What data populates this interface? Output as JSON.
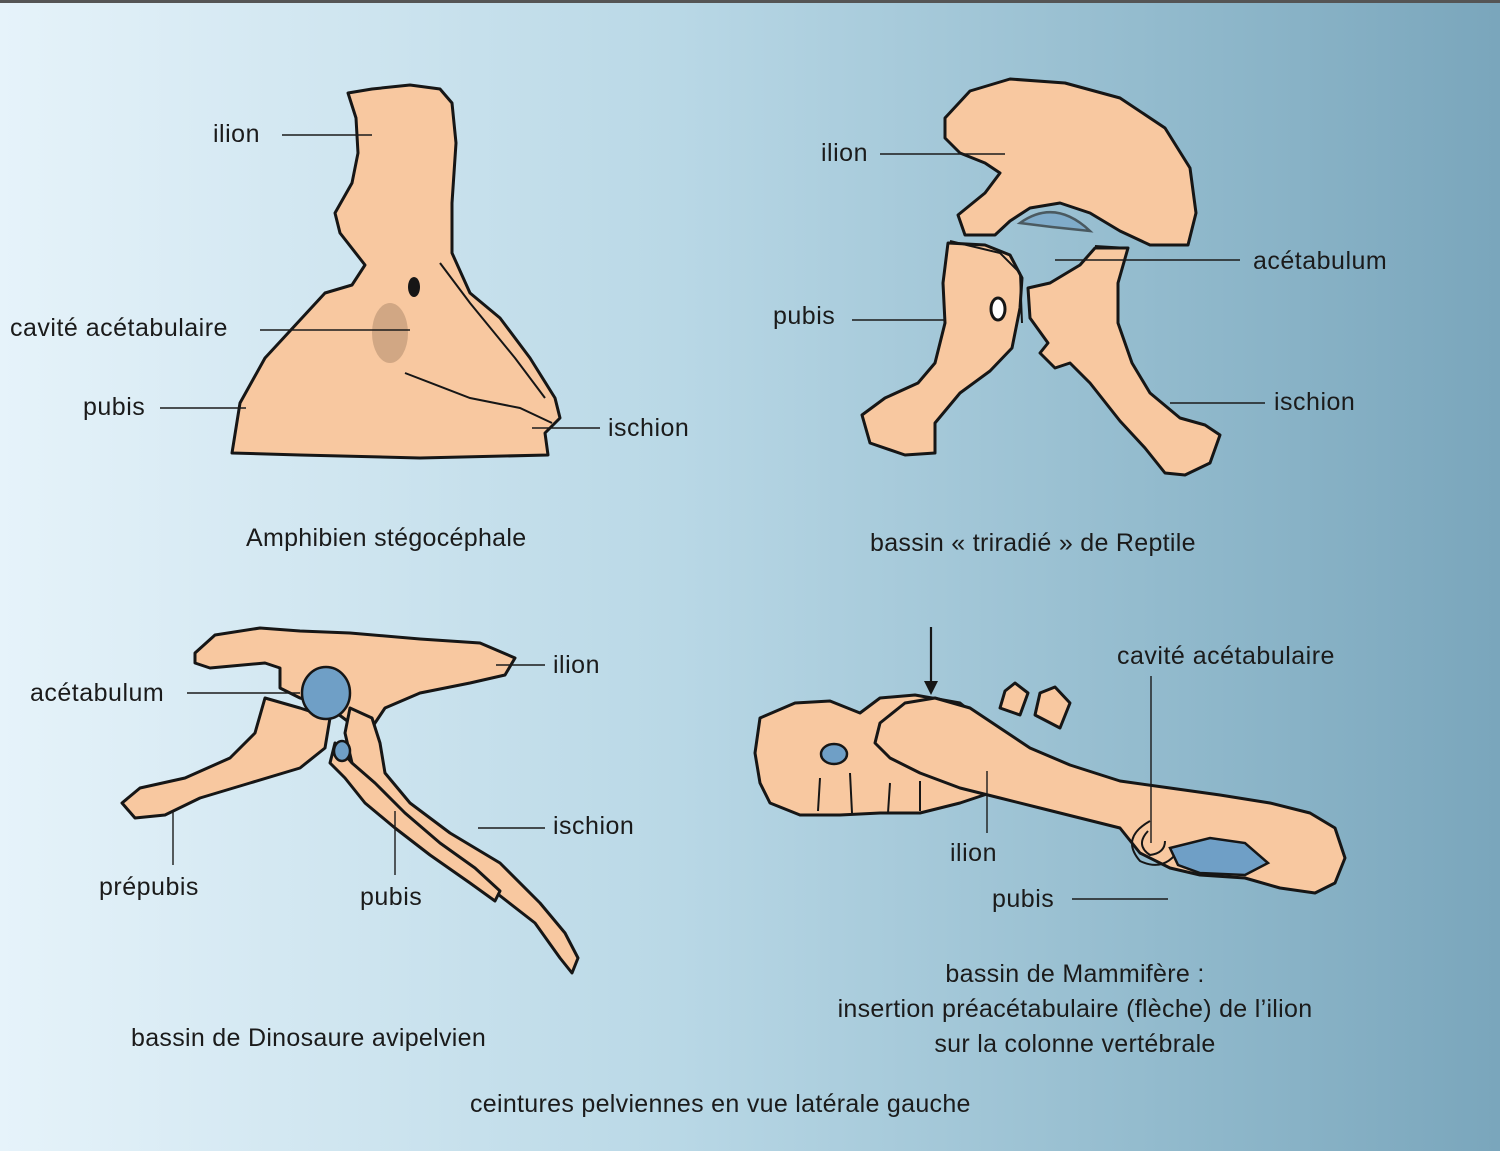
{
  "colors": {
    "bone": "#f8c8a0",
    "cavity": "#6f9fc6",
    "outline": "#161616"
  },
  "panels": {
    "amphibian": {
      "labels": {
        "ilion": "ilion",
        "cavity": "cavité acétabulaire",
        "pubis": "pubis",
        "ischion": "ischion"
      },
      "caption": "Amphibien stégocéphale"
    },
    "reptile": {
      "labels": {
        "ilion": "ilion",
        "acetabulum": "acétabulum",
        "pubis": "pubis",
        "ischion": "ischion"
      },
      "caption": "bassin « triradié » de Reptile"
    },
    "dinosaur": {
      "labels": {
        "acetabulum": "acétabulum",
        "ilion": "ilion",
        "ischion": "ischion",
        "prepubis": "prépubis",
        "pubis": "pubis"
      },
      "caption": "bassin de Dinosaure avipelvien"
    },
    "mammal": {
      "labels": {
        "cavity": "cavité acétabulaire",
        "ilion": "ilion",
        "pubis": "pubis"
      },
      "caption_lines": [
        "bassin de Mammifère :",
        "insertion préacétabulaire (flèche) de l’ilion",
        "sur la colonne vertébrale"
      ]
    }
  },
  "footer": "ceintures pelviennes en vue latérale gauche"
}
